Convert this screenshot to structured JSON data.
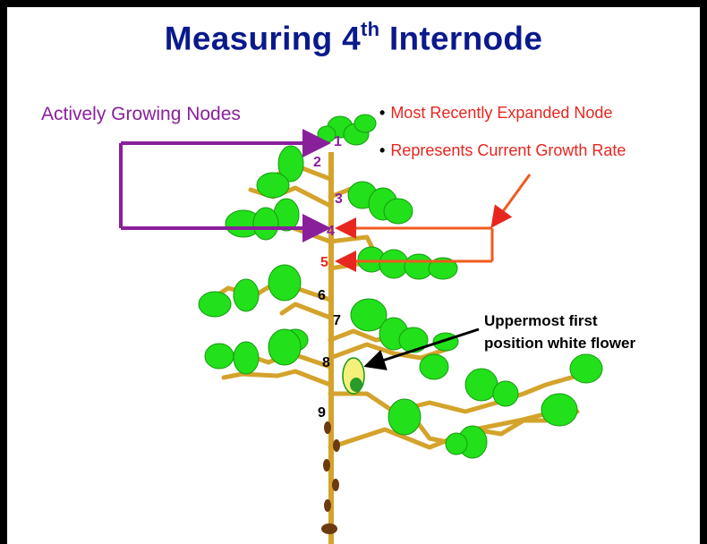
{
  "title": {
    "main": "Measuring 4",
    "superscript": "th",
    "suffix": " Internode"
  },
  "labels": {
    "actively_growing": "Actively Growing Nodes",
    "bullet_1": "Most Recently Expanded Node",
    "bullet_2": "Represents Current Growth Rate",
    "flower_line_1": "Uppermost first",
    "flower_line_2": "position white flower"
  },
  "nodes": [
    "1",
    "2",
    "3",
    "4",
    "5",
    "6",
    "7",
    "8",
    "9"
  ],
  "colors": {
    "title": "#0a1a8c",
    "purple": "#8a1f9c",
    "red": "#e8261f",
    "orange_arrow": "#f05a1e",
    "stem": "#d4a32c",
    "leaf": "#22e01a",
    "leaf_edge": "#179a12",
    "boll": "#6b3a10",
    "flower": "#f5f07a"
  }
}
